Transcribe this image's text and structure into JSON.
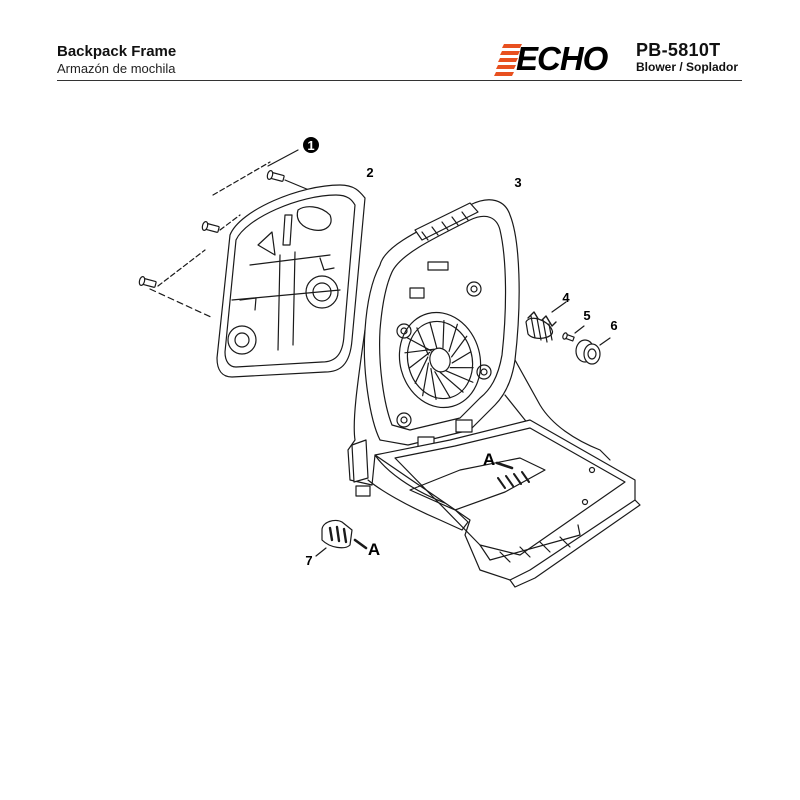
{
  "header": {
    "title": "Backpack Frame",
    "subtitle": "Armazón de mochila",
    "brand": "ECHO",
    "model": "PB-5810T",
    "product": "Blower / Soplador"
  },
  "colors": {
    "accent": "#e8501f",
    "line": "#1a1a1a"
  },
  "callouts": {
    "c1": "1",
    "c2": "2",
    "c3": "3",
    "c4": "4",
    "c5": "5",
    "c6": "6",
    "c7": "7",
    "ref_a_frame": "A",
    "ref_a_part": "A"
  }
}
